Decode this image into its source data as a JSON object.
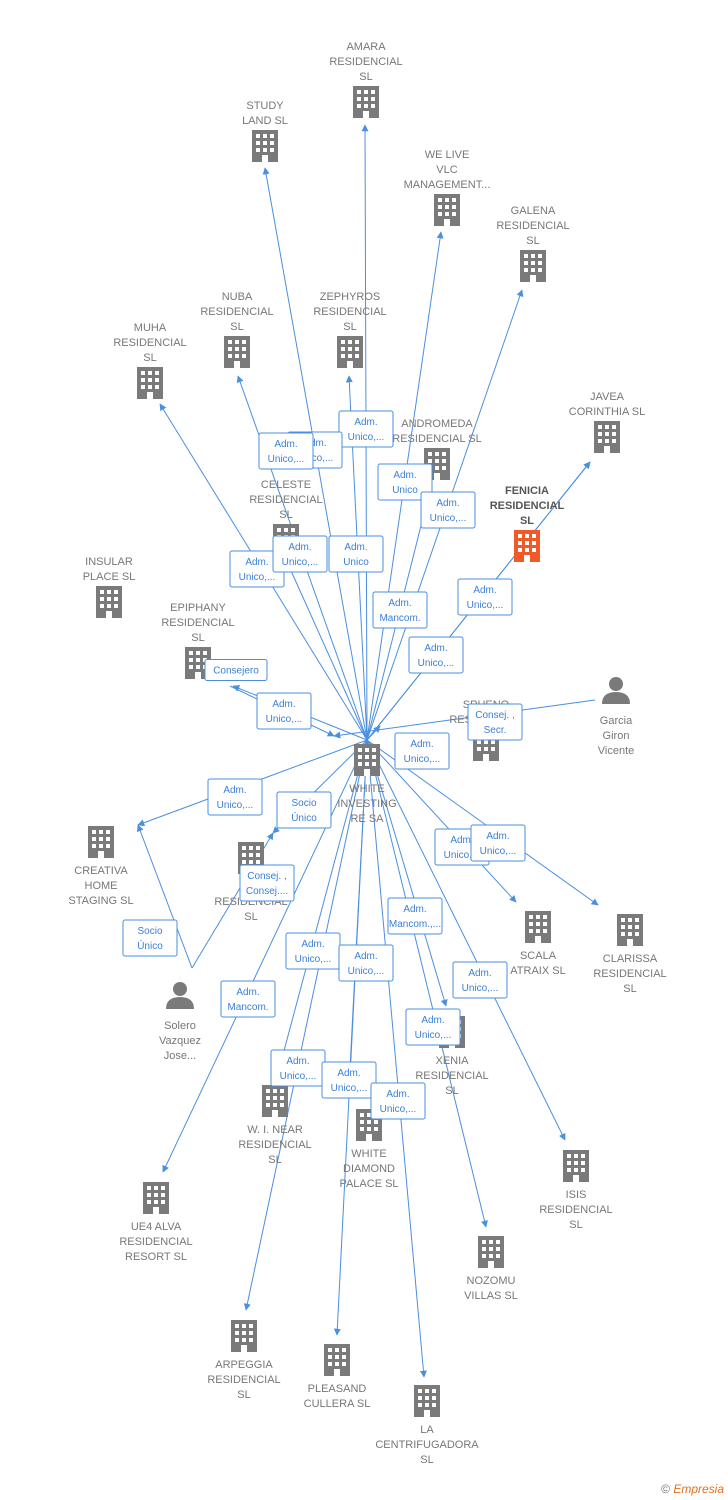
{
  "colors": {
    "company": "#7a7a7a",
    "focus_company": "#f05a28",
    "person": "#7a7a7a",
    "edge": "#4a8fe0",
    "label": "#777777"
  },
  "nodes": [
    {
      "id": "amara",
      "type": "company",
      "label": [
        "AMARA",
        "RESIDENCIAL",
        "SL"
      ]
    },
    {
      "id": "study",
      "type": "company",
      "label": [
        "STUDY",
        "LAND  SL"
      ]
    },
    {
      "id": "welive",
      "type": "company",
      "label": [
        "WE LIVE",
        "VLC",
        "MANAGEMENT..."
      ]
    },
    {
      "id": "galena",
      "type": "company",
      "label": [
        "GALENA",
        "RESIDENCIAL",
        "SL"
      ]
    },
    {
      "id": "nuba",
      "type": "company",
      "label": [
        "NUBA",
        "RESIDENCIAL",
        "SL"
      ]
    },
    {
      "id": "zephyros",
      "type": "company",
      "label": [
        "ZEPHYROS",
        "RESIDENCIAL",
        "SL"
      ]
    },
    {
      "id": "muha",
      "type": "company",
      "label": [
        "MUHA",
        "RESIDENCIAL",
        "SL"
      ]
    },
    {
      "id": "javea",
      "type": "company",
      "label": [
        "JAVEA",
        "CORINTHIA  SL"
      ]
    },
    {
      "id": "andromeda",
      "type": "company",
      "label": [
        "ANDROMEDA",
        "RESIDENCIAL SL"
      ]
    },
    {
      "id": "celeste",
      "type": "company",
      "label": [
        "CELESTE",
        "RESIDENCIAL",
        "SL"
      ]
    },
    {
      "id": "fenicia",
      "type": "focus",
      "label": [
        "FENICIA",
        "RESIDENCIAL",
        "SL"
      ]
    },
    {
      "id": "insular",
      "type": "company",
      "label": [
        "INSULAR",
        "PLACE  SL"
      ]
    },
    {
      "id": "epiphany",
      "type": "company",
      "label": [
        "EPIPHANY",
        "RESIDENCIAL",
        "SL"
      ]
    },
    {
      "id": "garcia",
      "type": "person",
      "label": [
        "Garcia",
        "Giron",
        "Vicente"
      ]
    },
    {
      "id": "spheno",
      "type": "company",
      "label": [
        "SPHENO",
        "RESIDENCIAL"
      ]
    },
    {
      "id": "white",
      "type": "company",
      "label": [
        "WHITE",
        "INVESTING",
        "RE SA"
      ]
    },
    {
      "id": "creativa",
      "type": "company",
      "label": [
        "CREATIVA",
        "HOME",
        "STAGING  SL"
      ]
    },
    {
      "id": "so",
      "type": "company",
      "label": [
        "SO",
        "RESIDENCIAL",
        "SL"
      ]
    },
    {
      "id": "scala",
      "type": "company",
      "label": [
        "SCALA",
        "ATRAIX  SL"
      ]
    },
    {
      "id": "clarissa",
      "type": "company",
      "label": [
        "CLARISSA",
        "RESIDENCIAL",
        "SL"
      ]
    },
    {
      "id": "solero",
      "type": "person",
      "label": [
        "Solero",
        "Vazquez",
        "Jose..."
      ]
    },
    {
      "id": "xenia",
      "type": "company",
      "label": [
        "XENIA",
        "RESIDENCIAL",
        "SL"
      ]
    },
    {
      "id": "winear",
      "type": "company",
      "label": [
        "W.  I. NEAR",
        "RESIDENCIAL",
        "SL"
      ]
    },
    {
      "id": "whitediamond",
      "type": "company",
      "label": [
        "WHITE",
        "DIAMOND",
        "PALACE  SL"
      ]
    },
    {
      "id": "isis",
      "type": "company",
      "label": [
        "ISIS",
        "RESIDENCIAL",
        "SL"
      ]
    },
    {
      "id": "ue4",
      "type": "company",
      "label": [
        "UE4 ALVA",
        "RESIDENCIAL",
        "RESORT  SL"
      ]
    },
    {
      "id": "nozomu",
      "type": "company",
      "label": [
        "NOZOMU",
        "VILLAS  SL"
      ]
    },
    {
      "id": "arpeggia",
      "type": "company",
      "label": [
        "ARPEGGIA",
        "RESIDENCIAL",
        "SL"
      ]
    },
    {
      "id": "pleasand",
      "type": "company",
      "label": [
        "PLEASAND",
        "CULLERA  SL"
      ]
    },
    {
      "id": "centrifugadora",
      "type": "company",
      "label": [
        "LA",
        "CENTRIFUGADORA",
        "SL"
      ]
    }
  ],
  "edges": [
    {
      "from": "white",
      "to": "amara",
      "label": [
        "Adm.",
        "Unico,..."
      ]
    },
    {
      "from": "white",
      "to": "study",
      "label": [
        "Adm.",
        "Unico,..."
      ]
    },
    {
      "from": "white",
      "to": "welive",
      "label": [
        "Adm.",
        "Unico"
      ]
    },
    {
      "from": "white",
      "to": "galena",
      "label": [
        "Adm.",
        "Unico,..."
      ]
    },
    {
      "from": "white",
      "to": "nuba",
      "label": [
        "Adm.",
        "Unico,..."
      ]
    },
    {
      "from": "white",
      "to": "zephyros",
      "label": [
        "Adm.",
        "Unico"
      ]
    },
    {
      "from": "white",
      "to": "muha",
      "label": [
        "Adm.",
        "Unico,..."
      ]
    },
    {
      "from": "white",
      "to": "javea",
      "label": [
        "Adm.",
        "Unico,..."
      ]
    },
    {
      "from": "white",
      "to": "andromeda",
      "label": [
        "Adm.",
        "Mancom."
      ]
    },
    {
      "from": "white",
      "to": "celeste",
      "label": [
        "Adm.",
        "Unico,..."
      ]
    },
    {
      "from": "white",
      "to": "fenicia",
      "label": [
        "Adm.",
        "Unico,..."
      ]
    },
    {
      "from": "white",
      "to": "epiphany",
      "label": [
        "Adm.",
        "Unico,..."
      ]
    },
    {
      "from": "epiphany",
      "to": "white",
      "label": [
        "Consejero"
      ]
    },
    {
      "from": "garcia",
      "to": "white",
      "label": [
        "Consej. ,",
        "Secr."
      ]
    },
    {
      "from": "white",
      "to": "spheno",
      "label": [
        "Adm.",
        "Unico,..."
      ]
    },
    {
      "from": "white",
      "to": "creativa",
      "label": [
        "Adm.",
        "Unico,..."
      ]
    },
    {
      "from": "white",
      "to": "so",
      "label": [
        "Socio",
        "Único"
      ]
    },
    {
      "from": "solero",
      "to": "so",
      "label": [
        "Consej. ,",
        "Consej...."
      ]
    },
    {
      "from": "solero",
      "to": "creativa",
      "label": [
        "Socio",
        "Único"
      ]
    },
    {
      "from": "white",
      "to": "scala",
      "label": [
        "Adm.",
        "Unico,..."
      ]
    },
    {
      "from": "white",
      "to": "clarissa",
      "label": [
        "Adm.",
        "Unico,..."
      ]
    },
    {
      "from": "white",
      "to": "xenia",
      "label": [
        "Adm.",
        "Mancom.,..."
      ]
    },
    {
      "from": "white",
      "to": "winear",
      "label": [
        "Adm.",
        "Unico,..."
      ]
    },
    {
      "from": "white",
      "to": "whitediamond",
      "label": [
        "Adm.",
        "Mancom."
      ]
    },
    {
      "from": "white",
      "to": "isis",
      "label": [
        "Adm.",
        "Unico,..."
      ]
    },
    {
      "from": "white",
      "to": "ue4",
      "label": [
        "Adm.",
        "Unico,..."
      ]
    },
    {
      "from": "white",
      "to": "nozomu",
      "label": [
        "Adm.",
        "Unico,..."
      ]
    },
    {
      "from": "white",
      "to": "arpeggia",
      "label": [
        "Adm.",
        "Unico,..."
      ]
    },
    {
      "from": "white",
      "to": "pleasand",
      "label": [
        "Adm.",
        "Unico,..."
      ]
    },
    {
      "from": "white",
      "to": "centrifugadora",
      "label": [
        "Adm.",
        "Unico,..."
      ]
    }
  ],
  "footer": {
    "copyright": "©",
    "brand": "Empresia"
  }
}
